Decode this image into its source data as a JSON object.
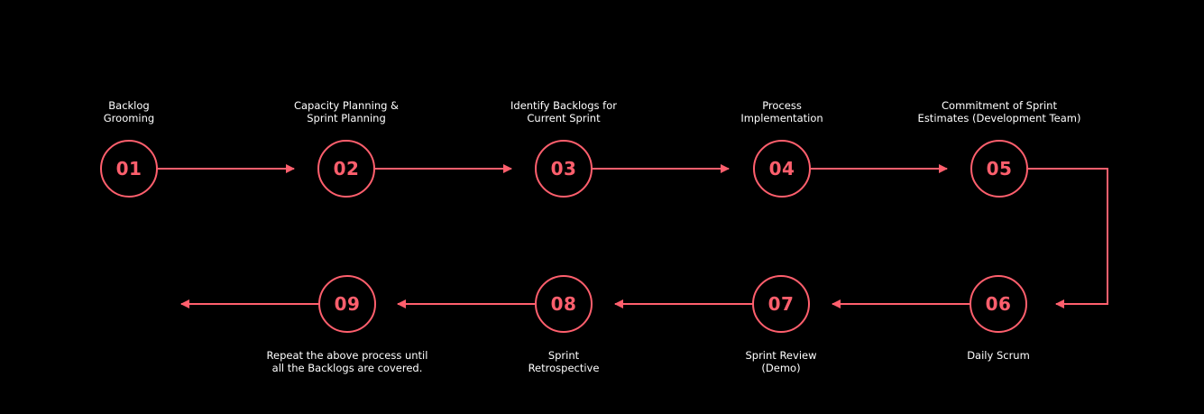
{
  "diagram": {
    "accent_color": "#ff5f6d",
    "text_color": "#ffffff",
    "background_color": "#000000",
    "steps": [
      {
        "number": "01",
        "label": "Backlog\nGrooming"
      },
      {
        "number": "02",
        "label": "Capacity Planning &\nSprint Planning"
      },
      {
        "number": "03",
        "label": "Identify Backlogs for\nCurrent Sprint"
      },
      {
        "number": "04",
        "label": "Process\nImplementation"
      },
      {
        "number": "05",
        "label": "Commitment of Sprint\nEstimates (Development Team)"
      },
      {
        "number": "06",
        "label": "Daily Scrum"
      },
      {
        "number": "07",
        "label": "Sprint Review\n(Demo)"
      },
      {
        "number": "08",
        "label": "Sprint\nRetrospective"
      },
      {
        "number": "09",
        "label": "Repeat the above process until\nall the Backlogs are covered."
      }
    ]
  }
}
